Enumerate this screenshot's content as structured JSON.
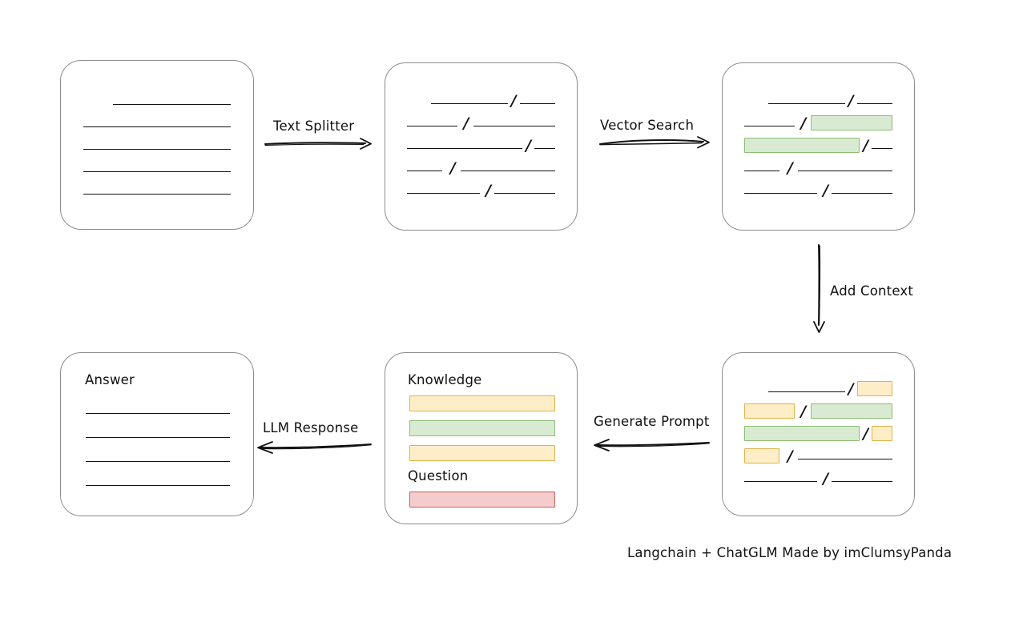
{
  "diagram": {
    "caption": "Langchain + ChatGLM Made by imClumsyPanda",
    "colors": {
      "card_border": "#8c8c8c",
      "ink": "#111111",
      "green_fill": "#d9ead3",
      "green_border": "#8cbd74",
      "yellow_fill": "#fdeec8",
      "yellow_border": "#e0b24a",
      "red_fill": "#f4cccc",
      "red_border": "#cc5f5f"
    }
  },
  "cards": {
    "source_document": {
      "name": "source-document",
      "label": "",
      "rows": [
        {
          "segments": [
            {
              "type": "line",
              "indent": 0.2,
              "width": 0.8
            }
          ]
        },
        {
          "segments": [
            {
              "type": "line",
              "indent": 0.0,
              "width": 1.0
            }
          ]
        },
        {
          "segments": [
            {
              "type": "line",
              "indent": 0.0,
              "width": 1.0
            }
          ]
        },
        {
          "segments": [
            {
              "type": "line",
              "indent": 0.0,
              "width": 1.0
            }
          ]
        },
        {
          "segments": [
            {
              "type": "line",
              "indent": 0.0,
              "width": 1.0
            }
          ]
        }
      ]
    },
    "split_chunks": {
      "name": "split-chunks",
      "label": "",
      "rows": [
        {
          "segments": [
            {
              "type": "line",
              "indent": 0.16,
              "width": 0.52
            },
            {
              "type": "slash",
              "indent": 0.7
            },
            {
              "type": "line",
              "indent": 0.76,
              "width": 0.24
            }
          ]
        },
        {
          "segments": [
            {
              "type": "line",
              "indent": 0.0,
              "width": 0.34
            },
            {
              "type": "slash",
              "indent": 0.38
            },
            {
              "type": "line",
              "indent": 0.45,
              "width": 0.55
            }
          ]
        },
        {
          "segments": [
            {
              "type": "line",
              "indent": 0.0,
              "width": 0.78
            },
            {
              "type": "slash",
              "indent": 0.8
            },
            {
              "type": "line",
              "indent": 0.86,
              "width": 0.14
            }
          ]
        },
        {
          "segments": [
            {
              "type": "line",
              "indent": 0.0,
              "width": 0.24
            },
            {
              "type": "slash",
              "indent": 0.29
            },
            {
              "type": "line",
              "indent": 0.36,
              "width": 0.64
            }
          ]
        },
        {
          "segments": [
            {
              "type": "line",
              "indent": 0.0,
              "width": 0.49
            },
            {
              "type": "slash",
              "indent": 0.53
            },
            {
              "type": "line",
              "indent": 0.59,
              "width": 0.41
            }
          ]
        }
      ]
    },
    "vector_hits": {
      "name": "vector-search-results",
      "label": "",
      "rows": [
        {
          "segments": [
            {
              "type": "line",
              "indent": 0.16,
              "width": 0.52
            },
            {
              "type": "slash",
              "indent": 0.7
            },
            {
              "type": "line",
              "indent": 0.76,
              "width": 0.24
            }
          ]
        },
        {
          "segments": [
            {
              "type": "line",
              "indent": 0.0,
              "width": 0.34
            },
            {
              "type": "slash",
              "indent": 0.38
            },
            {
              "type": "chip",
              "color": "green",
              "indent": 0.45,
              "width": 0.55
            }
          ]
        },
        {
          "segments": [
            {
              "type": "chip",
              "color": "green",
              "indent": 0.0,
              "width": 0.78
            },
            {
              "type": "slash",
              "indent": 0.8
            },
            {
              "type": "line",
              "indent": 0.86,
              "width": 0.14
            }
          ]
        },
        {
          "segments": [
            {
              "type": "line",
              "indent": 0.0,
              "width": 0.24
            },
            {
              "type": "slash",
              "indent": 0.29
            },
            {
              "type": "line",
              "indent": 0.36,
              "width": 0.64
            }
          ]
        },
        {
          "segments": [
            {
              "type": "line",
              "indent": 0.0,
              "width": 0.49
            },
            {
              "type": "slash",
              "indent": 0.53
            },
            {
              "type": "line",
              "indent": 0.59,
              "width": 0.41
            }
          ]
        }
      ]
    },
    "context_added": {
      "name": "context-added-chunks",
      "label": "",
      "rows": [
        {
          "segments": [
            {
              "type": "line",
              "indent": 0.16,
              "width": 0.52
            },
            {
              "type": "slash",
              "indent": 0.7
            },
            {
              "type": "chip",
              "color": "yellow",
              "indent": 0.76,
              "width": 0.24
            }
          ]
        },
        {
          "segments": [
            {
              "type": "chip",
              "color": "yellow",
              "indent": 0.0,
              "width": 0.34
            },
            {
              "type": "slash",
              "indent": 0.38
            },
            {
              "type": "chip",
              "color": "green",
              "indent": 0.45,
              "width": 0.55
            }
          ]
        },
        {
          "segments": [
            {
              "type": "chip",
              "color": "green",
              "indent": 0.0,
              "width": 0.78
            },
            {
              "type": "slash",
              "indent": 0.8
            },
            {
              "type": "chip",
              "color": "yellow",
              "indent": 0.86,
              "width": 0.14
            }
          ]
        },
        {
          "segments": [
            {
              "type": "chip",
              "color": "yellow",
              "indent": 0.0,
              "width": 0.24
            },
            {
              "type": "slash",
              "indent": 0.29
            },
            {
              "type": "line",
              "indent": 0.36,
              "width": 0.64
            }
          ]
        },
        {
          "segments": [
            {
              "type": "line",
              "indent": 0.0,
              "width": 0.49
            },
            {
              "type": "slash",
              "indent": 0.53
            },
            {
              "type": "line",
              "indent": 0.59,
              "width": 0.41
            }
          ]
        }
      ]
    },
    "prompt": {
      "name": "generated-prompt",
      "knowledge_label": "Knowledge",
      "question_label": "Question",
      "knowledge_bars": [
        {
          "color": "yellow"
        },
        {
          "color": "green"
        },
        {
          "color": "yellow"
        }
      ],
      "question_bars": [
        {
          "color": "red"
        }
      ]
    },
    "answer": {
      "name": "answer",
      "label": "Answer",
      "line_count": 4
    }
  },
  "arrows": [
    {
      "name": "text-splitter-arrow",
      "label": "Text Splitter"
    },
    {
      "name": "vector-search-arrow",
      "label": "Vector Search"
    },
    {
      "name": "add-context-arrow",
      "label": "Add Context"
    },
    {
      "name": "generate-prompt-arrow",
      "label": "Generate Prompt"
    },
    {
      "name": "llm-response-arrow",
      "label": "LLM Response"
    }
  ]
}
